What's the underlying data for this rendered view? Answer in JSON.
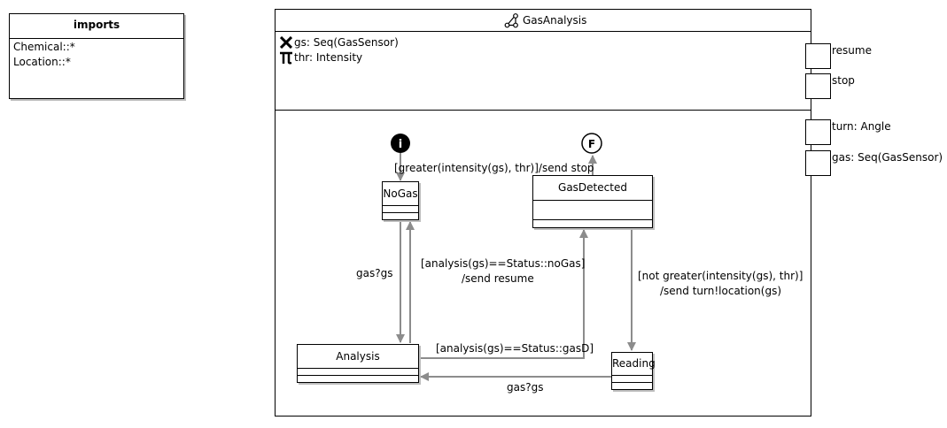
{
  "imports": {
    "title": "imports",
    "items": [
      "Chemical::*",
      "Location::*"
    ]
  },
  "module": {
    "title": "GasAnalysis",
    "icon": "state-machine-icon",
    "variables": [
      {
        "icon": "variable-icon",
        "text": "gs: Seq(GasSensor)"
      },
      {
        "icon": "constant-pi-icon",
        "text": "thr: Intensity"
      }
    ]
  },
  "ports": [
    "resume",
    "stop",
    "turn: Angle",
    "gas: Seq(GasSensor)"
  ],
  "markers": {
    "initial": "i",
    "final": "F"
  },
  "states": {
    "nogas": "NoGas",
    "gasdetected": "GasDetected",
    "analysis": "Analysis",
    "reading": "Reading"
  },
  "transitions": {
    "init_label": "[greater(intensity(gs), thr)]/send stop",
    "nogas_to_analysis": "gas?gs",
    "analysis_to_nogas_1": "[analysis(gs)==Status::noGas]",
    "analysis_to_nogas_2": "/send resume",
    "analysis_to_gasd": "[analysis(gs)==Status::gasD]",
    "gasd_to_reading_1": "[not greater(intensity(gs), thr)]",
    "gasd_to_reading_2": "/send turn!location(gs)",
    "reading_to_analysis": "gas?gs"
  },
  "colors": {
    "arrow": "#8c8c8c",
    "shadow": "#bdbdbd",
    "marker": "#000000"
  }
}
